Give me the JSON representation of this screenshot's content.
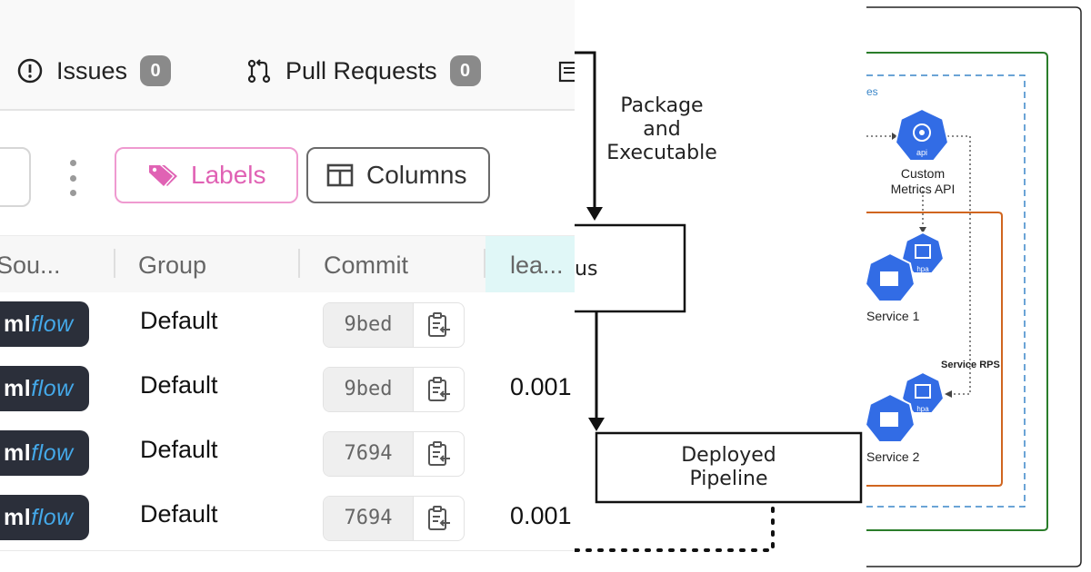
{
  "nav": {
    "issues": {
      "label": "Issues",
      "count": "0"
    },
    "pull_requests": {
      "label": "Pull Requests",
      "count": "0"
    }
  },
  "toolbar": {
    "labels_label": "Labels",
    "columns_label": "Columns"
  },
  "table": {
    "headers": {
      "source": "Sou...",
      "group": "Group",
      "commit": "Commit",
      "metric": "lea..."
    },
    "rows": [
      {
        "source_logo": "mlflow",
        "group": "Default",
        "commit": "9bed",
        "metric": ""
      },
      {
        "source_logo": "mlflow",
        "group": "Default",
        "commit": "9bed",
        "metric": "0.001"
      },
      {
        "source_logo": "mlflow",
        "group": "Default",
        "commit": "7694",
        "metric": ""
      },
      {
        "source_logo": "mlflow",
        "group": "Default",
        "commit": "7694",
        "metric": "0.001"
      }
    ]
  },
  "logo": {
    "ml": "ml",
    "flow": "flow"
  },
  "pipeline": {
    "package_line1": "Package",
    "package_line2": "and",
    "package_line3": "Executable",
    "box_fragment": "us",
    "deployed_line1": "Deployed",
    "deployed_line2": "Pipeline"
  },
  "k8s": {
    "namespace_fragment": "es",
    "api_icon_label": "api",
    "custom_metrics_line1": "Custom",
    "custom_metrics_line2": "Metrics API",
    "hpa_label": "hpa",
    "service1": "Service 1",
    "service2": "Service 2",
    "service_rps": "Service RPS"
  },
  "colors": {
    "labels_accent": "#e062b4",
    "mlflow_blue": "#44a8e8",
    "k8s_blue": "#326ce5",
    "green_border": "#2a7d2a",
    "orange_border": "#d0651f",
    "dashed_blue": "#3a86c8"
  }
}
